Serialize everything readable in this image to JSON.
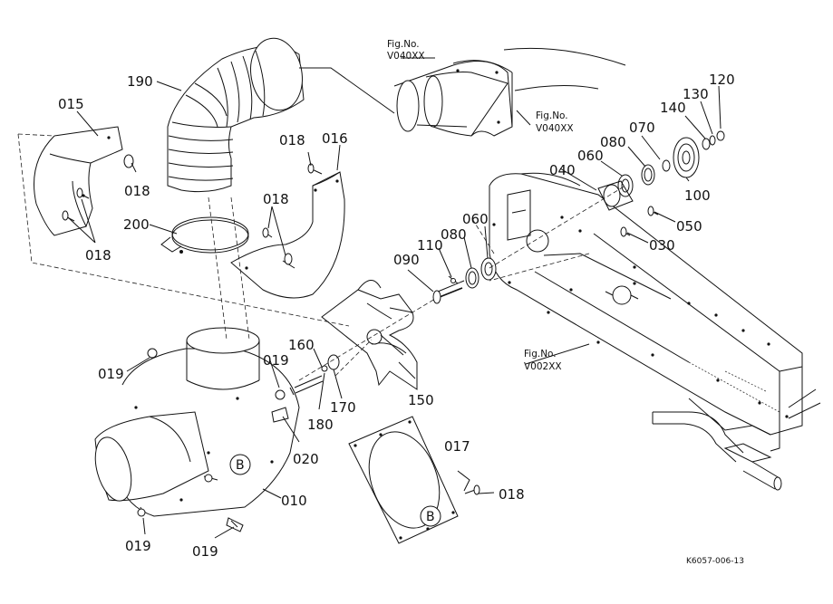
{
  "part_labels": {
    "p010": "010",
    "p015": "015",
    "p016": "016",
    "p017": "017",
    "p018a": "018",
    "p018b": "018",
    "p018c": "018",
    "p018d": "018",
    "p018e": "018",
    "p019a": "019",
    "p019b": "019",
    "p019c": "019",
    "p019d": "019",
    "p020": "020",
    "p030": "030",
    "p040": "040",
    "p050": "050",
    "p060a": "060",
    "p060b": "060",
    "p070": "070",
    "p080a": "080",
    "p080b": "080",
    "p090": "090",
    "p100": "100",
    "p110": "110",
    "p120": "120",
    "p130": "130",
    "p140": "140",
    "p150": "150",
    "p160": "160",
    "p170": "170",
    "p180": "180",
    "p190": "190",
    "p200": "200"
  },
  "fig_refs": {
    "ref1_title": "Fig.No.",
    "ref1_code": "V040XX",
    "ref2_title": "Fig.No.",
    "ref2_code": "V040XX",
    "ref3_title": "Fig.No.",
    "ref3_code": "V002XX"
  },
  "balloons": {
    "b1": "B",
    "b2": "B"
  },
  "drawing_code": "K6057-006-13"
}
